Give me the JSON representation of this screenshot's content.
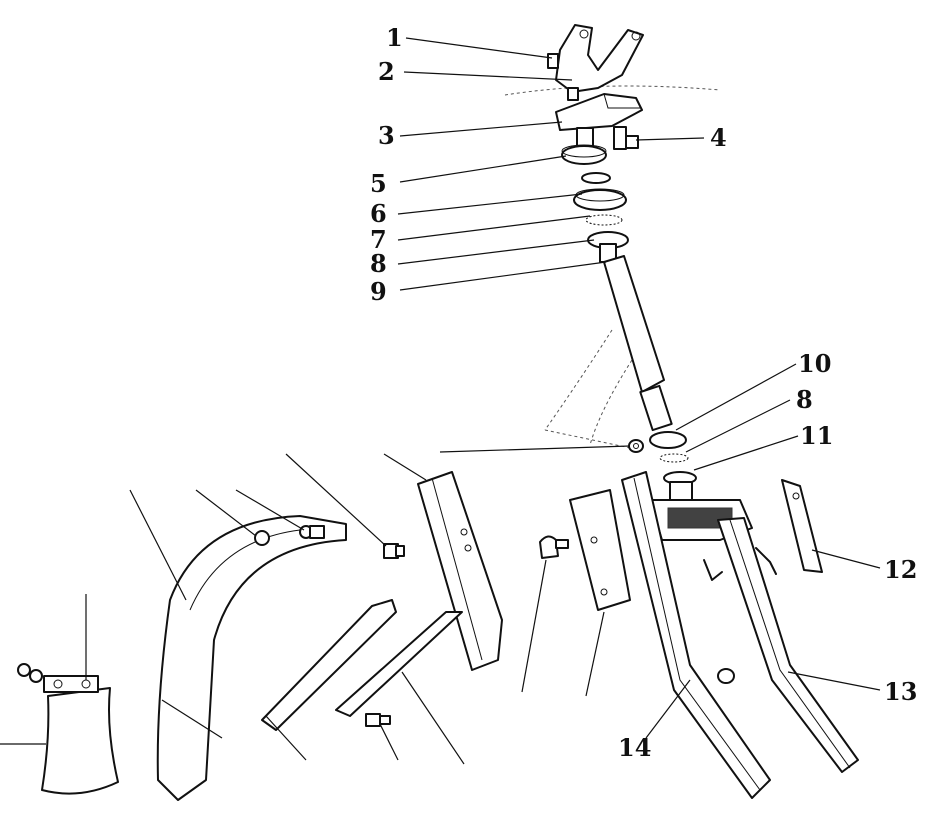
{
  "callouts": [
    {
      "id": "c1",
      "label": "1"
    },
    {
      "id": "c2",
      "label": "2"
    },
    {
      "id": "c3",
      "label": "3"
    },
    {
      "id": "c4",
      "label": "4"
    },
    {
      "id": "c5",
      "label": "5"
    },
    {
      "id": "c6",
      "label": "6"
    },
    {
      "id": "c7",
      "label": "7"
    },
    {
      "id": "c8a",
      "label": "8"
    },
    {
      "id": "c9",
      "label": "9"
    },
    {
      "id": "c10",
      "label": "10"
    },
    {
      "id": "c8b",
      "label": "8"
    },
    {
      "id": "c11",
      "label": "11"
    },
    {
      "id": "c12",
      "label": "12"
    },
    {
      "id": "c13",
      "label": "13"
    },
    {
      "id": "c14",
      "label": "14"
    }
  ]
}
